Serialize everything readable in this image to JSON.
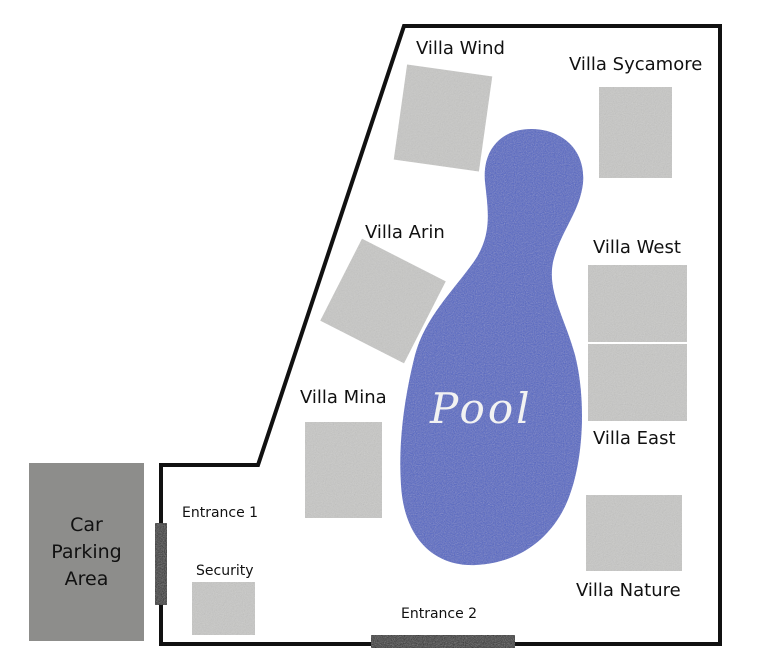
{
  "colors": {
    "pool": "#4f64c4",
    "villa": "#c8c8c6",
    "parking": "#8d8d8b",
    "wall": "#111111",
    "entrance": "#2b2b2b"
  },
  "parking": {
    "line1": "Car",
    "line2": "Parking",
    "line3": "Area"
  },
  "pool": {
    "label": "Pool"
  },
  "villas": {
    "wind": "Villa Wind",
    "sycamore": "Villa Sycamore",
    "arin": "Villa Arin",
    "west": "Villa West",
    "mina": "Villa Mina",
    "east": "Villa East",
    "nature": "Villa Nature"
  },
  "entrances": {
    "e1": "Entrance 1",
    "e2": "Entrance 2"
  },
  "security": "Security"
}
